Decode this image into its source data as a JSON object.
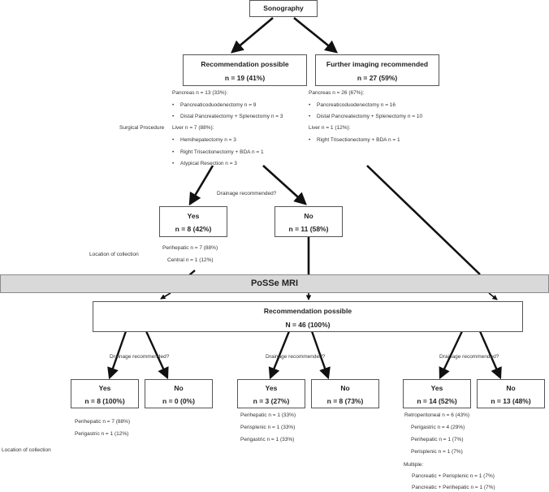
{
  "sonography": "Sonography",
  "left_branch": {
    "title": "Recommendation possible",
    "count": "n = 19 (41%)",
    "pancreas": "Pancreas n = 13 (33%):",
    "pancreas_items": [
      "Pancreaticoduodenectomy n = 9",
      "Distal Pancreatectomy + Splenectomy n = 3"
    ],
    "liver": "Liver n = 7 (88%):",
    "liver_items": [
      "Hemihepatectomy n = 3",
      "Right Trisectionectomy + BDA n = 1",
      "Atypical Resection n = 3"
    ]
  },
  "right_branch": {
    "title": "Further imaging recommended",
    "count": "n = 27 (59%)",
    "pancreas": "Pancreas n = 26 (67%):",
    "pancreas_items": [
      "Pancreaticoduodenectomy n = 16",
      "Distal Pancreatectomy + Splenectomy n = 10"
    ],
    "liver": "Liver n = 1 (12%):",
    "liver_items": [
      "Right Trisectionectomy + BDA n = 1"
    ]
  },
  "surgical_procedure_label": "Surgical Procedure",
  "drainage_question": "Drainage recommended?",
  "sono_yes": {
    "title": "Yes",
    "count": "n = 8 (42%)"
  },
  "sono_no": {
    "title": "No",
    "count": "n = 11 (58%)"
  },
  "location_label": "Location of collection",
  "sono_locations": [
    "Perihepatic n = 7 (88%)",
    "Central n = 1 (12%)"
  ],
  "posse": "PoSSe MRI",
  "mri_rec": {
    "title": "Recommendation possible",
    "count": "N = 46 (100%)"
  },
  "groups": [
    {
      "question": "Drainage recommended?",
      "yes": {
        "title": "Yes",
        "count": "n = 8 (100%)"
      },
      "no": {
        "title": "No",
        "count": "n = 0 (0%)"
      },
      "locations": [
        "Perihepatic n = 7 (88%)",
        "Perigastric n = 1 (12%)"
      ]
    },
    {
      "question": "Drainage recommended?",
      "yes": {
        "title": "Yes",
        "count": "n = 3 (27%)"
      },
      "no": {
        "title": "No",
        "count": "n = 8 (73%)"
      },
      "locations": [
        "Perihepatic n = 1 (33%)",
        "Perisplenic n = 1 (33%)",
        "Perigastric n = 1 (33%)"
      ]
    },
    {
      "question": "Drainage recommended?",
      "yes": {
        "title": "Yes",
        "count": "n = 14 (52%)"
      },
      "no": {
        "title": "No",
        "count": "n = 13 (48%)"
      },
      "locations": [
        "Retroperitoneal n = 6 (43%)",
        "Perigastric n = 4 (29%)",
        "Perihepatic n = 1 (7%)",
        "Perisplenic n = 1 (7%)"
      ],
      "multiple_label": "Multiple:",
      "multiple_items": [
        "Pancreatic + Perisplenic  n = 1 (7%)",
        "Pancreatic + Perihepatic  n = 1 (7%)"
      ]
    }
  ]
}
